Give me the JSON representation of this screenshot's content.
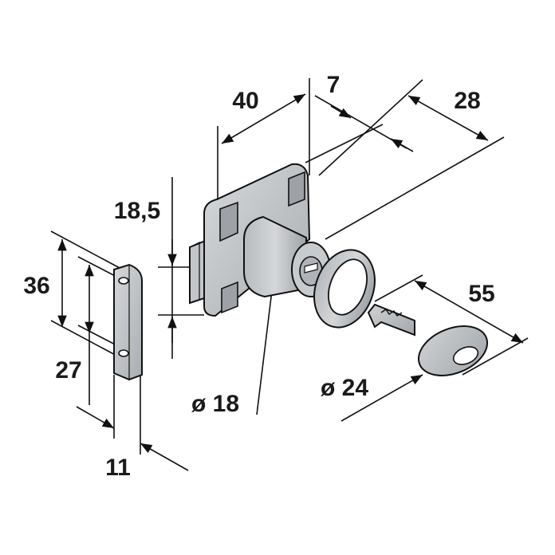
{
  "colors": {
    "line": "#111111",
    "metal_light": "#c9cbcd",
    "metal_mid": "#b5b8bb",
    "metal_dark": "#9a9ea2",
    "background": "#ffffff"
  },
  "dimensions": {
    "width_40": "40",
    "offset_7": "7",
    "depth_28": "28",
    "height_18_5": "18,5",
    "plate_36": "36",
    "holes_27": "27",
    "plate_11": "11",
    "cylinder_dia": "ø 18",
    "ring_dia": "ø 24",
    "key_55": "55"
  }
}
